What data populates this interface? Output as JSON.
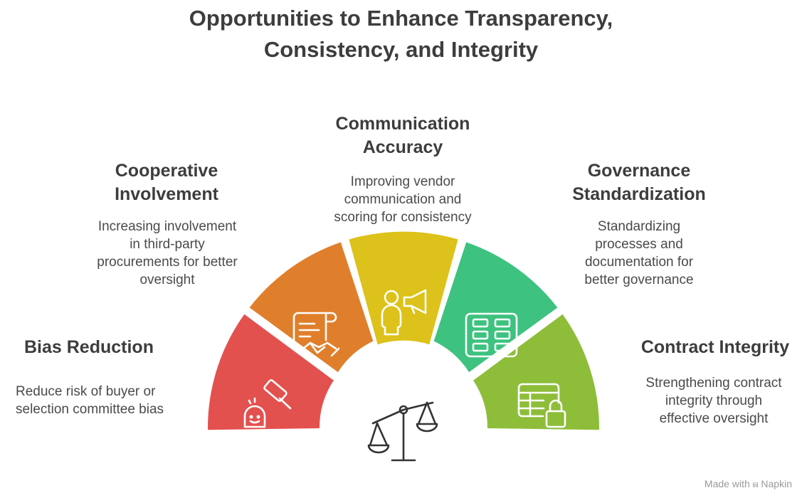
{
  "title": {
    "line1": "Opportunities to Enhance Transparency,",
    "line2": "Consistency, and Integrity"
  },
  "segments": [
    {
      "id": "bias-reduction",
      "heading": [
        "Bias Reduction"
      ],
      "description": [
        "Reduce risk of buyer or",
        "selection committee bias"
      ],
      "color": "#e3514f",
      "icon": "gavel-icon"
    },
    {
      "id": "cooperative-involvement",
      "heading": [
        "Cooperative",
        "Involvement"
      ],
      "description": [
        "Increasing involvement",
        "in third-party",
        "procurements for better",
        "oversight"
      ],
      "color": "#e07f2b",
      "icon": "handshake-contract-icon"
    },
    {
      "id": "communication-accuracy",
      "heading": [
        "Communication",
        "Accuracy"
      ],
      "description": [
        "Improving vendor",
        "communication and",
        "scoring for consistency"
      ],
      "color": "#dcc21a",
      "icon": "person-megaphone-icon"
    },
    {
      "id": "governance-standardization",
      "heading": [
        "Governance",
        "Standardization"
      ],
      "description": [
        "Standardizing",
        "processes and",
        "documentation for",
        "better governance"
      ],
      "color": "#3dc27f",
      "icon": "filing-cabinet-icon"
    },
    {
      "id": "contract-integrity",
      "heading": [
        "Contract Integrity"
      ],
      "description": [
        "Strengthening contract",
        "integrity through",
        "effective oversight"
      ],
      "color": "#8ebd3a",
      "icon": "locked-table-icon"
    }
  ],
  "center_icon": "balance-scale-icon",
  "footer": {
    "made_with": "Made with",
    "brand": "Napkin"
  }
}
